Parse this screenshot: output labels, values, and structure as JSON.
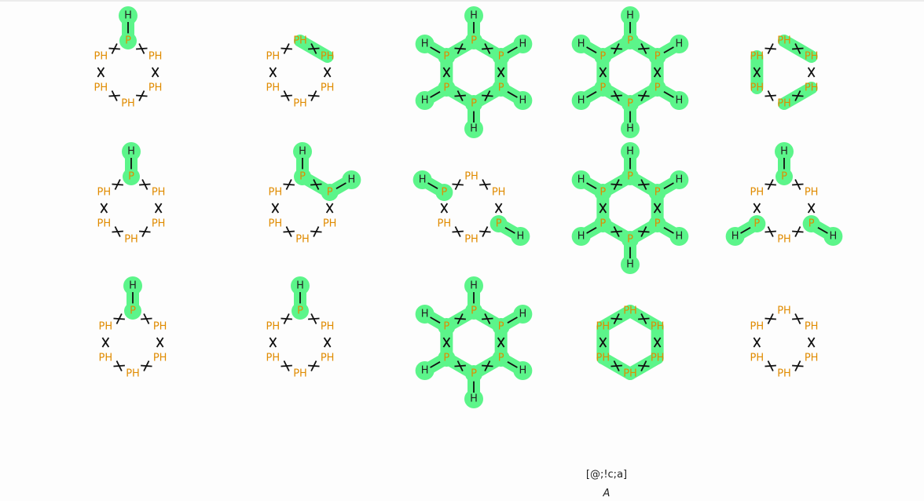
{
  "query": {
    "smarts": "[@;!c;a]",
    "label": "A"
  },
  "colors": {
    "highlight": "#5cf58a",
    "phosphorus": "#e08b00",
    "hydrogen": "#222222",
    "bond": "#111111",
    "background": "#fdfdfd"
  },
  "molecules": [
    {
      "id": "m1",
      "row": 0,
      "col": 0,
      "labels": [
        "H",
        "P",
        "PH",
        "PH",
        "PH",
        "PH",
        "PH"
      ],
      "substituents": [
        0
      ],
      "highlight": {
        "atoms": [
          0,
          "sub0"
        ]
      }
    },
    {
      "id": "m2",
      "row": 0,
      "col": 1,
      "labels": [
        "PH",
        "PH",
        "PH",
        "PH",
        "PH",
        "PH"
      ],
      "substituents": [],
      "highlight": {
        "atoms": [
          "b0"
        ]
      }
    },
    {
      "id": "m3",
      "row": 0,
      "col": 2,
      "labels": [
        "P",
        "P",
        "P",
        "P",
        "P",
        "P",
        "H",
        "H",
        "H",
        "H",
        "H",
        "H"
      ],
      "substituents": [
        0,
        1,
        2,
        3,
        4,
        5
      ],
      "highlight": {
        "atoms": "all"
      }
    },
    {
      "id": "m4",
      "row": 0,
      "col": 3,
      "labels": [
        "P",
        "P",
        "P",
        "P",
        "P",
        "P",
        "H",
        "H",
        "H",
        "H",
        "H",
        "H"
      ],
      "substituents": [
        0,
        1,
        2,
        3,
        4,
        5
      ],
      "highlight": {
        "atoms": "all"
      }
    },
    {
      "id": "m5",
      "row": 0,
      "col": 4,
      "labels": [
        "PH",
        "PH",
        "PH",
        "PH",
        "PH",
        "PH"
      ],
      "substituents": [],
      "highlight": {
        "atoms": [
          "b0",
          "b2",
          "b4"
        ]
      }
    },
    {
      "id": "m6",
      "row": 1,
      "col": 0,
      "labels": [
        "P",
        "H",
        "PH",
        "PH",
        "PH",
        "PH",
        "PH"
      ],
      "substituents": [
        0
      ],
      "highlight": {
        "atoms": [
          0,
          "sub0"
        ]
      }
    },
    {
      "id": "m7",
      "row": 1,
      "col": 1,
      "labels": [
        "P",
        "P",
        "H",
        "H",
        "PH",
        "PH",
        "PH",
        "PH"
      ],
      "substituents": [
        0,
        1
      ],
      "highlight": {
        "atoms": [
          0,
          1,
          "sub0",
          "sub1"
        ]
      }
    },
    {
      "id": "m8",
      "row": 1,
      "col": 2,
      "labels": [
        "P",
        "P",
        "H",
        "H",
        "PH",
        "PH",
        "PH",
        "PH"
      ],
      "substituents": [
        5,
        2
      ],
      "highlight": {
        "atoms": [
          5,
          2,
          "sub5",
          "sub2"
        ]
      }
    },
    {
      "id": "m9",
      "row": 1,
      "col": 3,
      "labels": [
        "P",
        "P",
        "P",
        "P",
        "P",
        "P",
        "H",
        "H",
        "H",
        "H",
        "H",
        "H"
      ],
      "substituents": [
        0,
        1,
        2,
        3,
        4,
        5
      ],
      "highlight": {
        "atoms": "all"
      }
    },
    {
      "id": "m10",
      "row": 1,
      "col": 4,
      "labels": [
        "P",
        "P",
        "P",
        "H",
        "H",
        "H",
        "PH",
        "PH",
        "PH"
      ],
      "substituents": [
        0,
        2,
        4
      ],
      "highlight": {
        "atoms": [
          0,
          2,
          4,
          "sub0",
          "sub2",
          "sub4"
        ]
      }
    },
    {
      "id": "m11",
      "row": 2,
      "col": 0,
      "labels": [
        "P",
        "H",
        "PH",
        "PH",
        "PH",
        "PH",
        "PH"
      ],
      "substituents": [
        0
      ],
      "highlight": {
        "atoms": [
          0,
          "sub0"
        ]
      }
    },
    {
      "id": "m12",
      "row": 2,
      "col": 1,
      "labels": [
        "P",
        "H",
        "PH",
        "PH",
        "PH",
        "PH",
        "PH"
      ],
      "substituents": [
        0
      ],
      "highlight": {
        "atoms": [
          0,
          "sub0"
        ]
      }
    },
    {
      "id": "m13",
      "row": 2,
      "col": 2,
      "labels": [
        "P",
        "P",
        "P",
        "P",
        "P",
        "P",
        "H",
        "H",
        "H",
        "H",
        "H",
        "H"
      ],
      "substituents": [
        0,
        1,
        2,
        3,
        4,
        5
      ],
      "highlight": {
        "atoms": "all"
      }
    },
    {
      "id": "m14",
      "row": 2,
      "col": 3,
      "labels": [
        "PH",
        "PH",
        "PH",
        "PH",
        "PH",
        "PH"
      ],
      "substituents": [],
      "highlight": {
        "atoms": [
          "b0",
          "b1",
          "b2",
          "b3",
          "b4",
          "b5"
        ]
      }
    },
    {
      "id": "m15",
      "row": 2,
      "col": 4,
      "labels": [
        "PH",
        "PH",
        "PH",
        "PH",
        "PH",
        "PH"
      ],
      "substituents": [],
      "highlight": {
        "atoms": []
      }
    }
  ]
}
